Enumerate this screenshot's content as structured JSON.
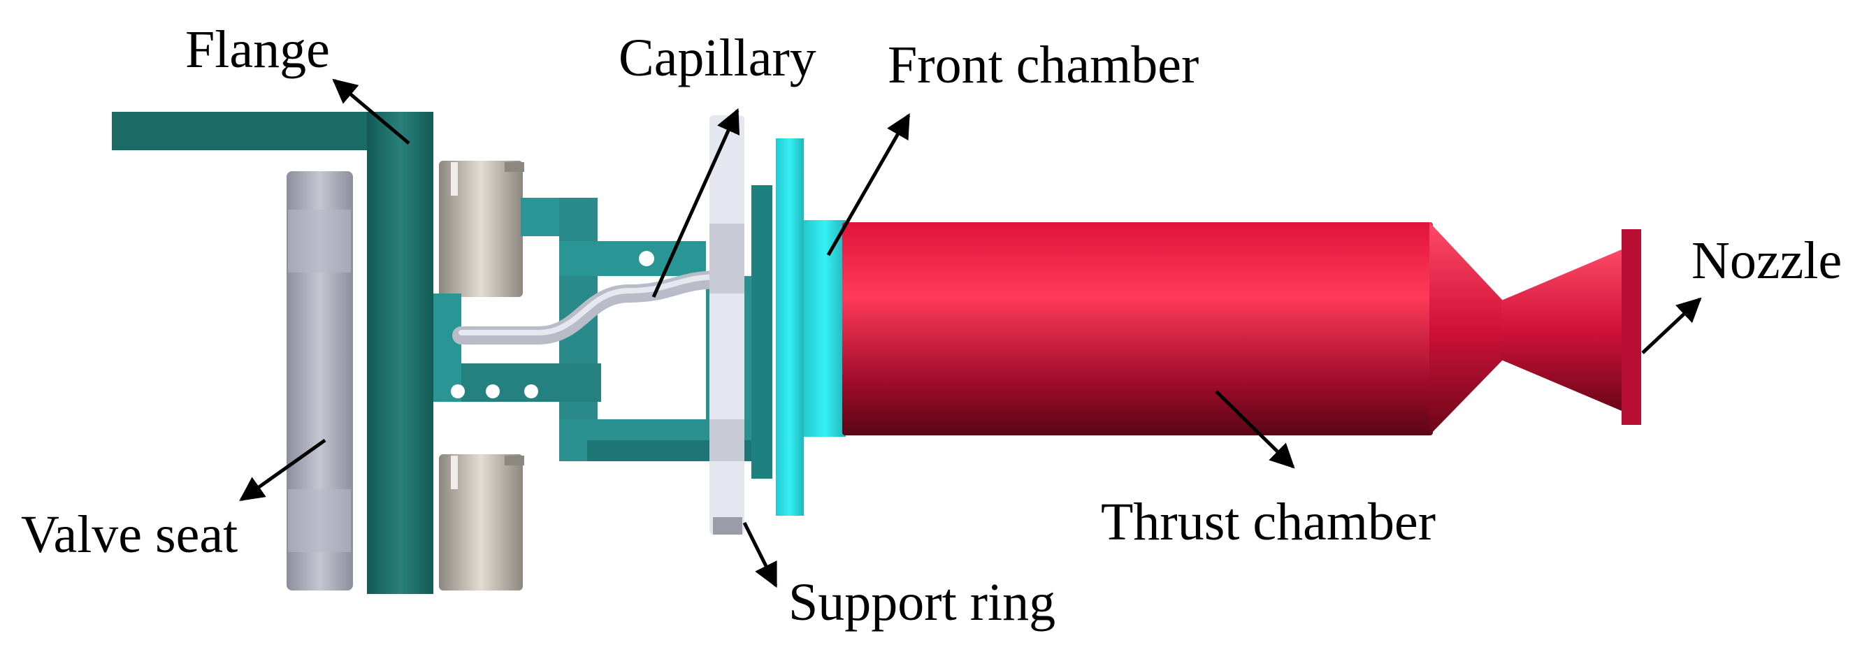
{
  "labels": {
    "flange": "Flange",
    "capillary": "Capillary",
    "front_chamber": "Front chamber",
    "nozzle": "Nozzle",
    "valve_seat": "Valve seat",
    "thrust_chamber": "Thrust chamber",
    "support_ring": "Support ring"
  },
  "colors": {
    "flange": "#1f6f6b",
    "injector": "#2a9595",
    "front_chamber": "#29e8ec",
    "thrust_chamber": "#d8163e",
    "thrust_chamber_dark": "#7a0a22",
    "nozzle": "#c8103a",
    "valve_seat": "#a9abb8",
    "support_ring": "#e4e6f0",
    "bolts": "#c7bfb3",
    "arrow": "#000000"
  }
}
